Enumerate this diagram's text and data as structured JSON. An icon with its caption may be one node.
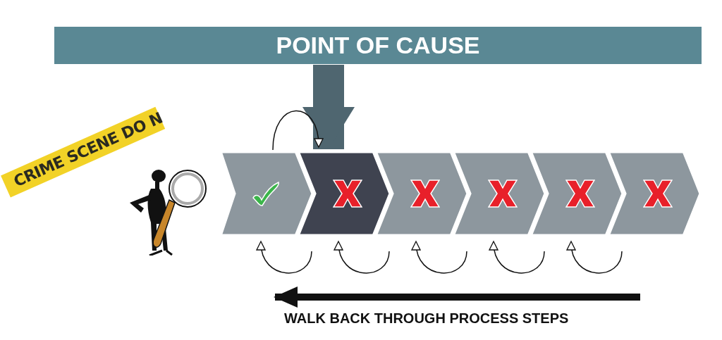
{
  "diagram": {
    "nodes": [
      {
        "text": [
          "POINT OF CAUSE"
        ]
      },
      {
        "text": [],
        "shape": "chevron"
      },
      {
        "text": [],
        "shape": "chevron"
      },
      {
        "text": [],
        "shape": "chevron"
      },
      {
        "text": [],
        "shape": "chevron"
      },
      {
        "text": [],
        "shape": "chevron"
      },
      {
        "text": [],
        "shape": "chevron"
      }
    ],
    "edges": [
      {
        "from": 0,
        "to": 2,
        "arrow": "to",
        "style": "thick",
        "color": "#4f6670"
      },
      {
        "from": 1,
        "to": 2,
        "arrow": "to"
      },
      {
        "from": 2,
        "to": 1,
        "arrow": "to"
      },
      {
        "from": 3,
        "to": 2,
        "arrow": "to"
      },
      {
        "from": 4,
        "to": 3,
        "arrow": "to"
      },
      {
        "from": 5,
        "to": 4,
        "arrow": "to"
      },
      {
        "from": 6,
        "to": 5,
        "arrow": "to"
      }
    ],
    "labels": [
      "CRIME SCENE DO N",
      "WALK BACK THROUGH PROCESS STEPS"
    ]
  }
}
